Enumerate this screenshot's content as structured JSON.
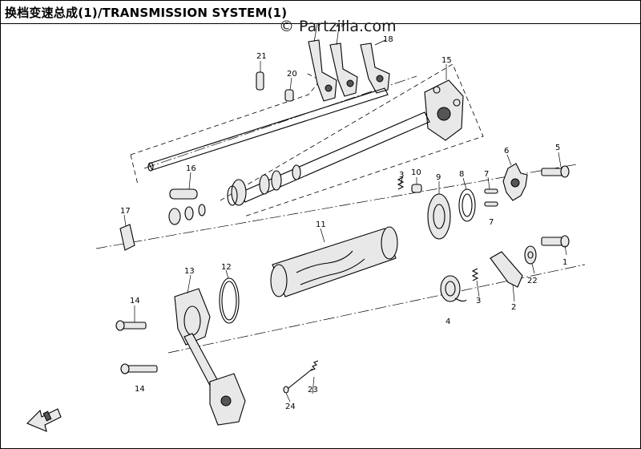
{
  "header": {
    "title": "换档变速总成(1)/TRANSMISSION SYSTEM(1)",
    "watermark": "© Partzilla.com"
  },
  "callouts": {
    "c1": "1",
    "c2": "2",
    "c3a": "3",
    "c3b": "3",
    "c4": "4",
    "c5": "5",
    "c6": "6",
    "c7a": "7",
    "c7b": "7",
    "c8": "8",
    "c9": "9",
    "c10": "10",
    "c11": "11",
    "c12": "12",
    "c13": "13",
    "c14a": "14",
    "c14b": "14",
    "c15": "15",
    "c16": "16",
    "c17": "17",
    "c18a": "18",
    "c18b": "18",
    "c19": "19",
    "c20": "20",
    "c21": "21",
    "c22": "22",
    "c23": "23",
    "c24": "24"
  },
  "icons": {
    "direction": "front-arrow-icon"
  }
}
